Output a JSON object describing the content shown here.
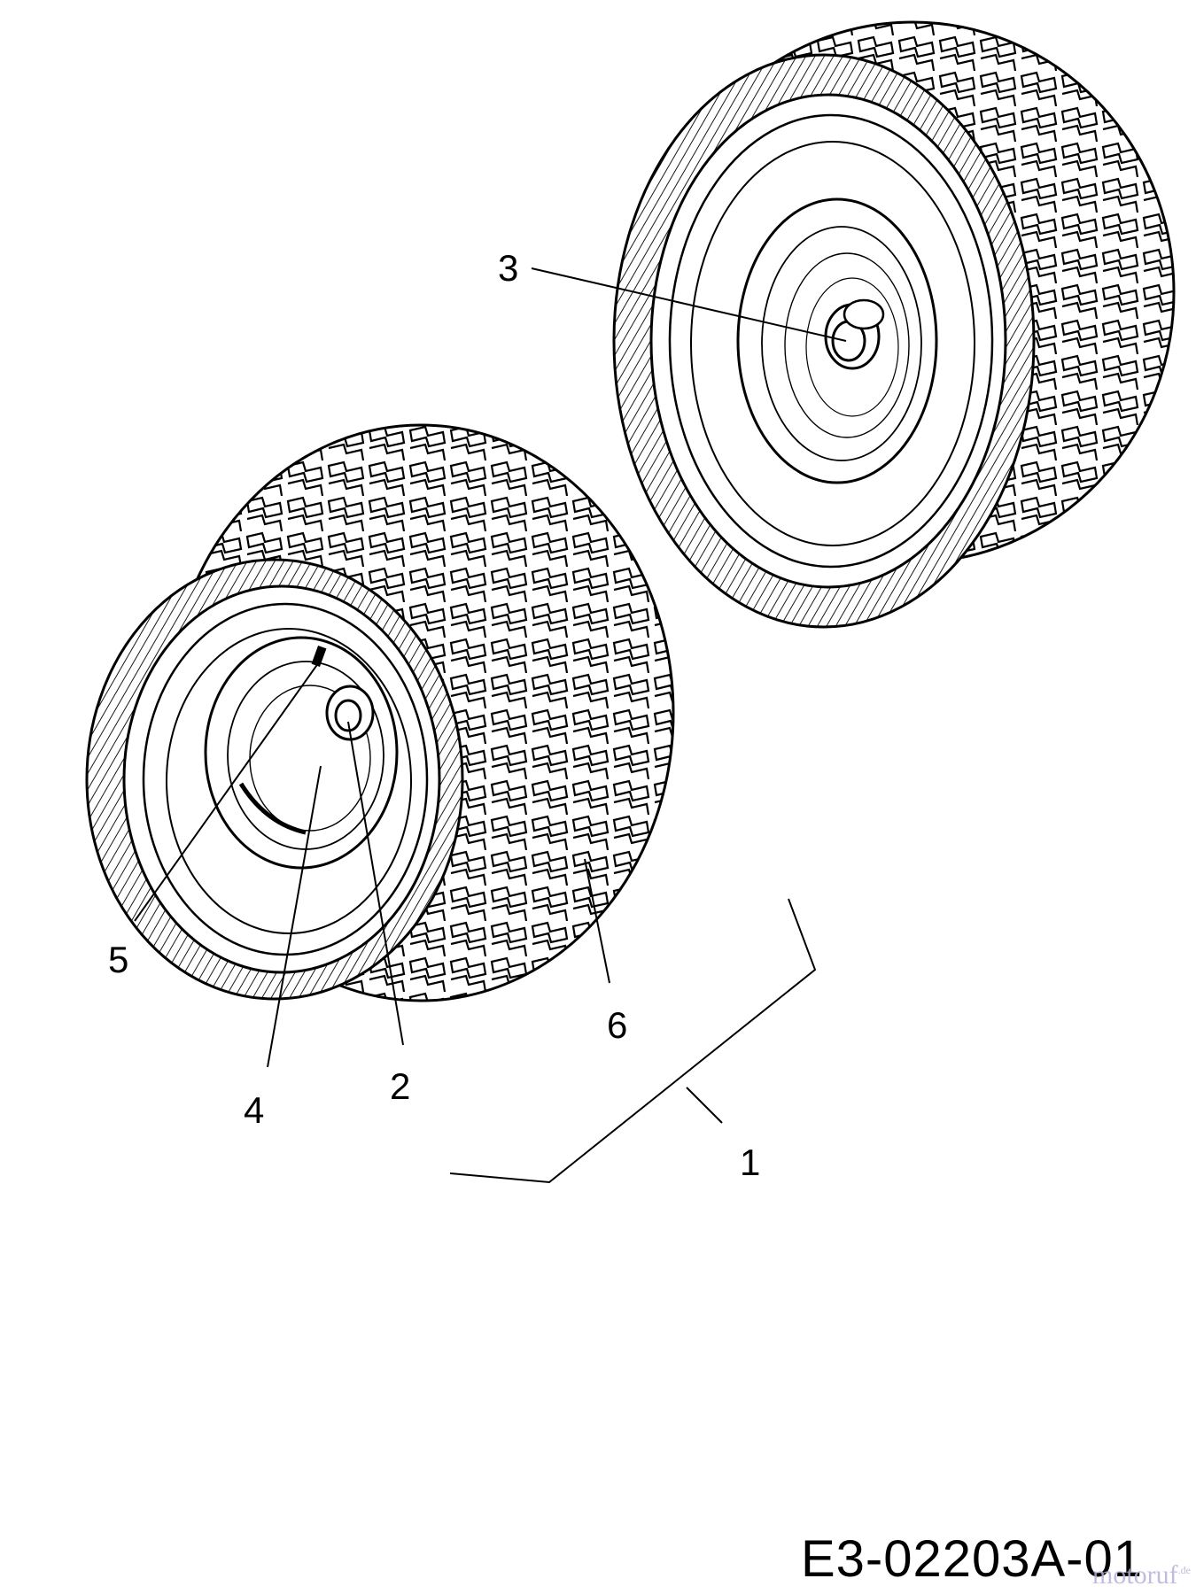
{
  "callouts": {
    "c1": "1",
    "c2": "2",
    "c3": "3",
    "c4": "4",
    "c5": "5",
    "c6": "6"
  },
  "drawing_number": "E3-02203A-01",
  "watermark": {
    "text": "motoruf",
    "suffix": ".de"
  },
  "colors": {
    "line": "#000000",
    "background": "#ffffff",
    "watermark": "#b8b0d8"
  }
}
